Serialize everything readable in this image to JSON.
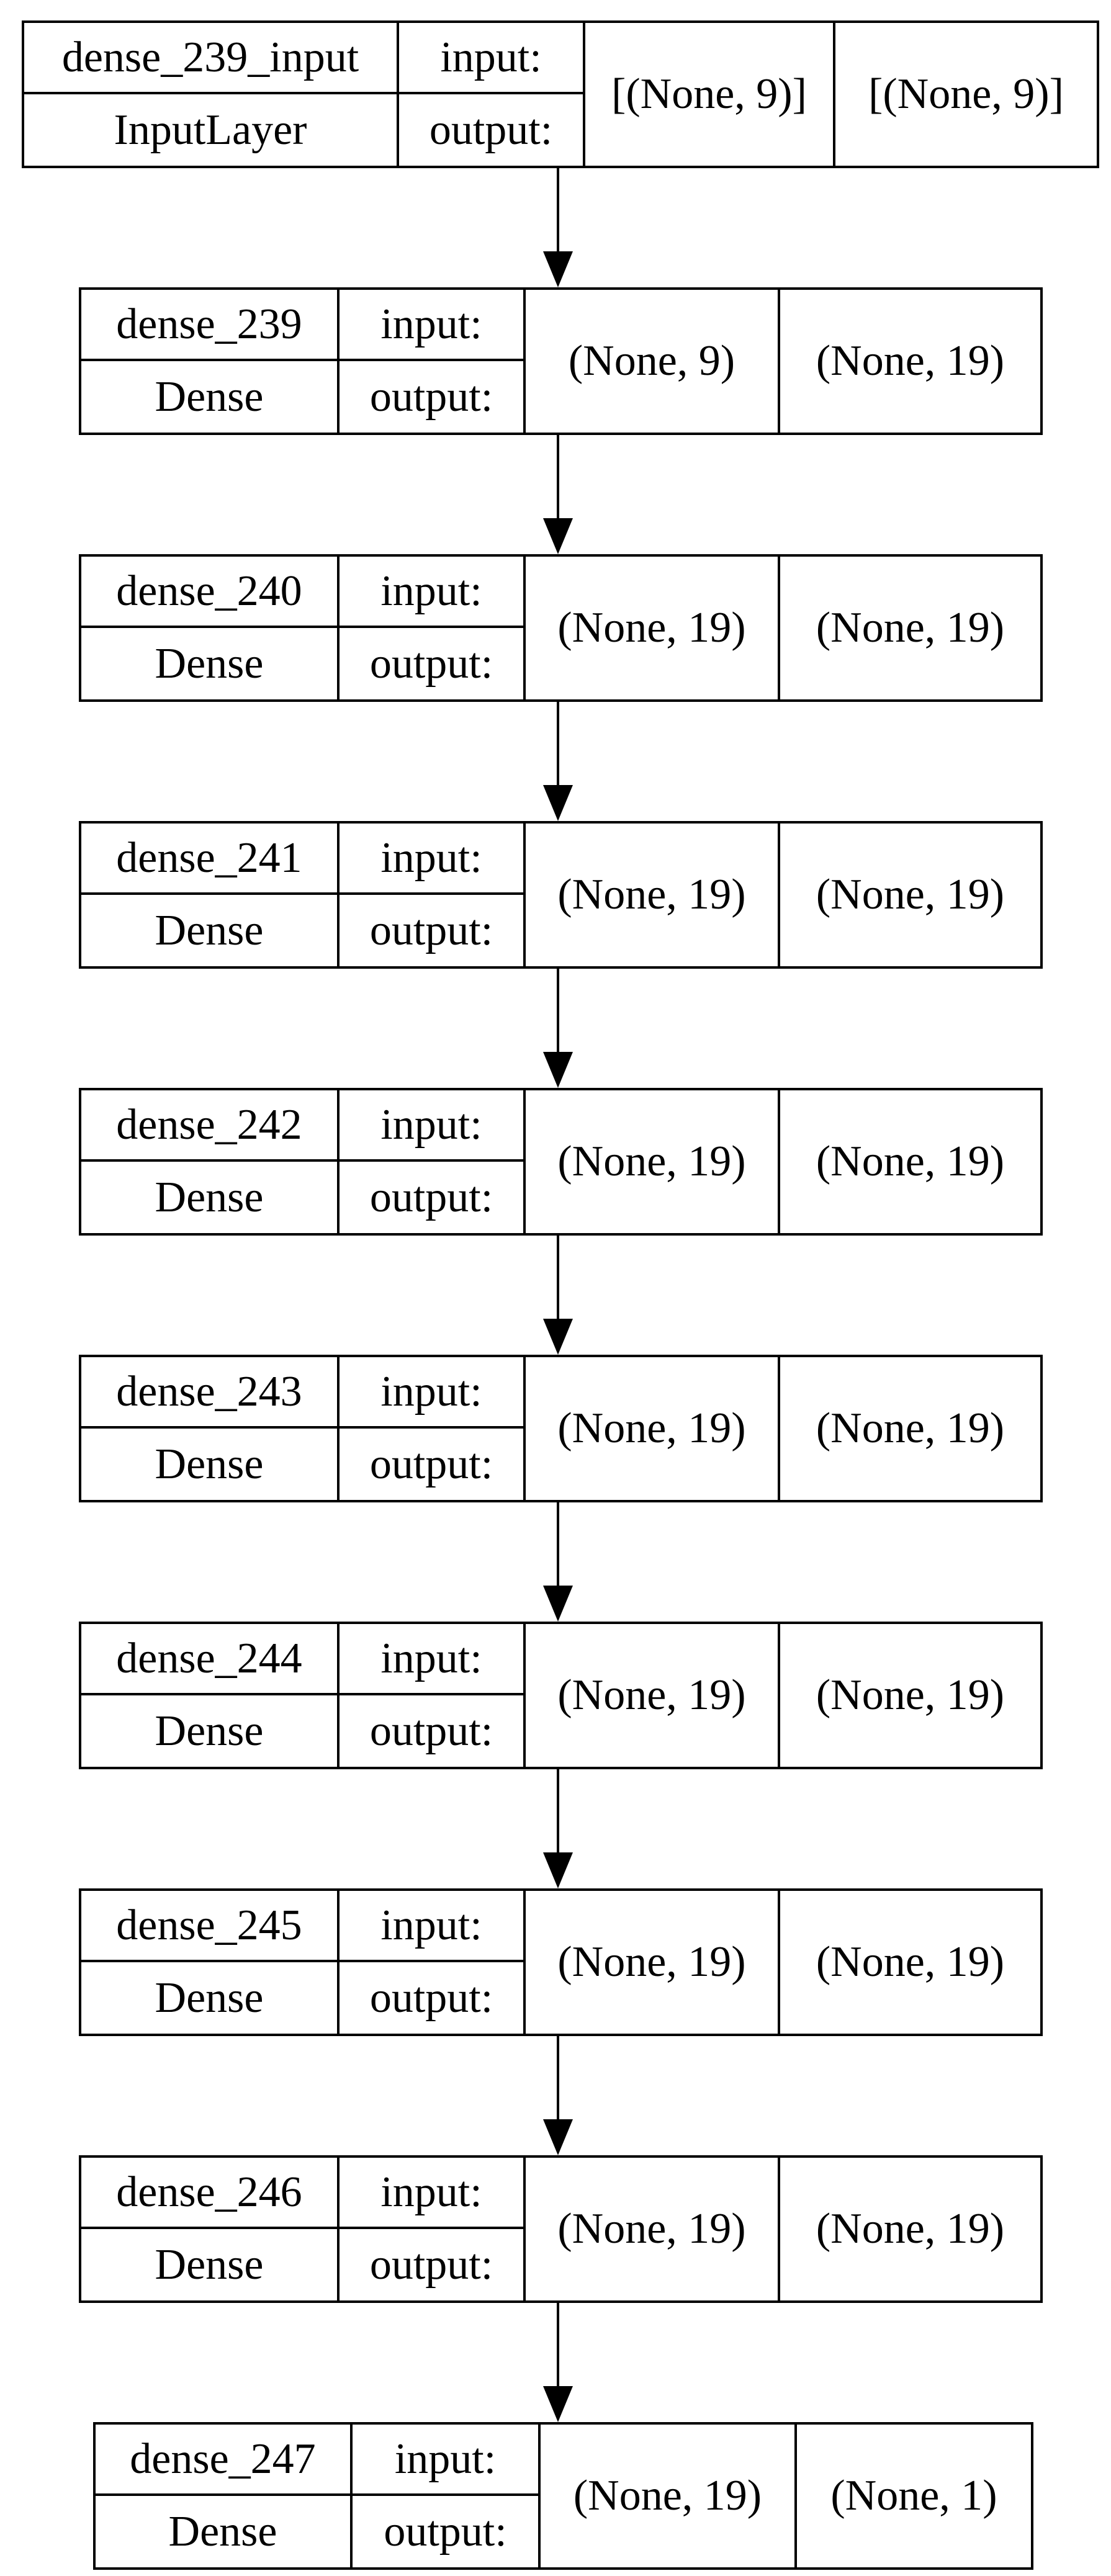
{
  "diagram": {
    "kind": "keras-model-plot",
    "labels": {
      "input": "input:",
      "output": "output:"
    },
    "colors": {
      "border": "#000000",
      "background": "#ffffff",
      "text": "#000000",
      "edge": "#000000"
    },
    "layers": [
      {
        "name": "dense_239_input",
        "type": "InputLayer",
        "input_shape": "[(None, 9)]",
        "output_shape": "[(None, 9)]"
      },
      {
        "name": "dense_239",
        "type": "Dense",
        "input_shape": "(None, 9)",
        "output_shape": "(None, 19)"
      },
      {
        "name": "dense_240",
        "type": "Dense",
        "input_shape": "(None, 19)",
        "output_shape": "(None, 19)"
      },
      {
        "name": "dense_241",
        "type": "Dense",
        "input_shape": "(None, 19)",
        "output_shape": "(None, 19)"
      },
      {
        "name": "dense_242",
        "type": "Dense",
        "input_shape": "(None, 19)",
        "output_shape": "(None, 19)"
      },
      {
        "name": "dense_243",
        "type": "Dense",
        "input_shape": "(None, 19)",
        "output_shape": "(None, 19)"
      },
      {
        "name": "dense_244",
        "type": "Dense",
        "input_shape": "(None, 19)",
        "output_shape": "(None, 19)"
      },
      {
        "name": "dense_245",
        "type": "Dense",
        "input_shape": "(None, 19)",
        "output_shape": "(None, 19)"
      },
      {
        "name": "dense_246",
        "type": "Dense",
        "input_shape": "(None, 19)",
        "output_shape": "(None, 19)"
      },
      {
        "name": "dense_247",
        "type": "Dense",
        "input_shape": "(None, 19)",
        "output_shape": "(None, 1)"
      }
    ]
  }
}
